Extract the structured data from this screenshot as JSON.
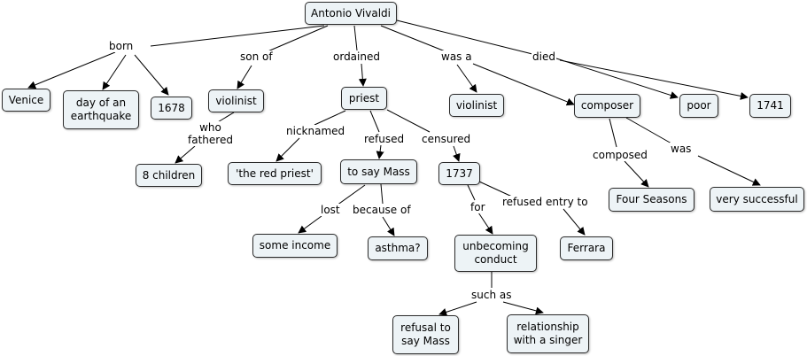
{
  "colors": {
    "node_fill": "#edf3f6",
    "node_border": "#2b2b2b",
    "line": "#000000"
  },
  "nodes": {
    "vivaldi": "Antonio Vivaldi",
    "venice": "Venice",
    "earthquake": "day of an\nearthquake",
    "y1678": "1678",
    "violinist1": "violinist",
    "children": "8 children",
    "priest": "priest",
    "redpriest": "'the red priest'",
    "saymass": "to say Mass",
    "income": "some income",
    "asthma": "asthma?",
    "y1737": "1737",
    "unbecoming": "unbecoming\nconduct",
    "refusal": "refusal to\nsay Mass",
    "relationship": "relationship\nwith a singer",
    "ferrara": "Ferrara",
    "violinist2": "violinist",
    "composer": "composer",
    "fourseasons": "Four Seasons",
    "successful": "very successful",
    "poor": "poor",
    "y1741": "1741"
  },
  "labels": {
    "born": "born",
    "sonof": "son of",
    "ordained": "ordained",
    "wasa": "was a",
    "died": "died",
    "whofathered": "who\nfathered",
    "nicknamed": "nicknamed",
    "refused": "refused",
    "censured": "censured",
    "lost": "lost",
    "becauseof": "because of",
    "for": "for",
    "refusedentry": "refused entry to",
    "suchas": "such as",
    "composed": "composed",
    "was": "was"
  }
}
